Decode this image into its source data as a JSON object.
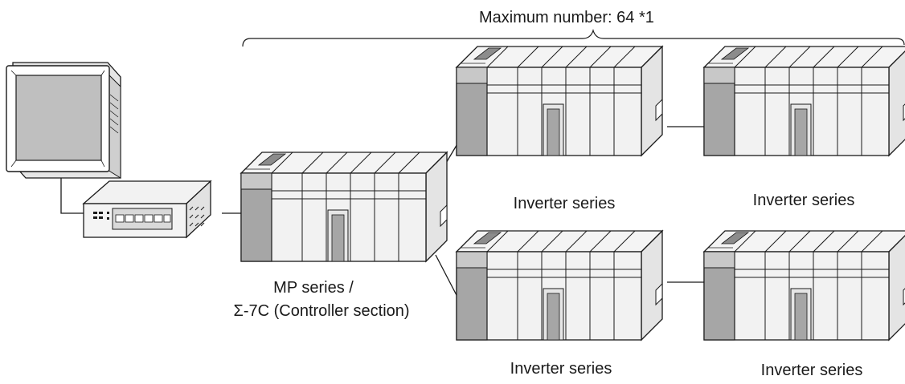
{
  "header": {
    "max_label": "Maximum number: 64 *1"
  },
  "devices": {
    "hmi": {
      "icon": "hmi-touch-panel-icon"
    },
    "hub": {
      "icon": "ethernet-hub-icon"
    },
    "controller": {
      "line1": "MP series /",
      "line2": "Σ-7C (Controller section)",
      "icon": "plc-rack-icon"
    },
    "inverters": [
      {
        "label": "Inverter series",
        "icon": "plc-rack-icon"
      },
      {
        "label": "Inverter series",
        "icon": "plc-rack-icon"
      },
      {
        "label": "Inverter series",
        "icon": "plc-rack-icon"
      },
      {
        "label": "Inverter series",
        "icon": "plc-rack-icon"
      }
    ]
  },
  "colors": {
    "line": "#1a1a1a",
    "panel": "#f2f2f2",
    "dark": "#a6a6a6",
    "screen": "#bfbfbf"
  }
}
